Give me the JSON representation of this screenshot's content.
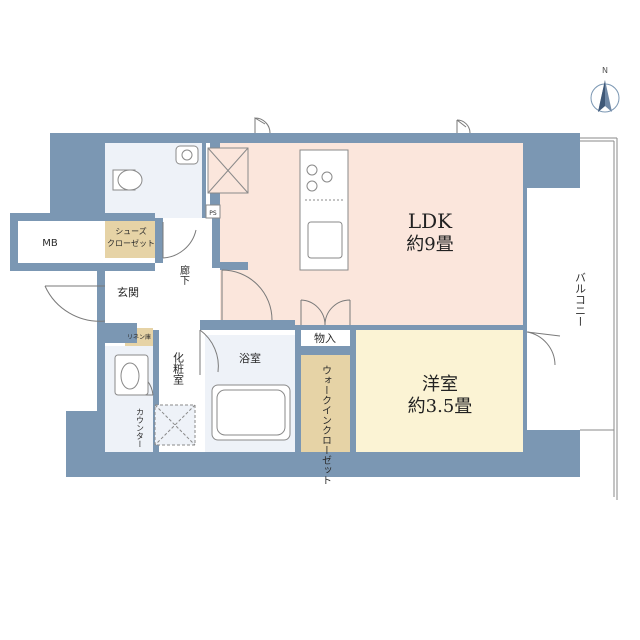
{
  "rooms": {
    "ldk": {
      "name": "LDK",
      "size": "約9畳"
    },
    "western": {
      "name": "洋室",
      "size": "約3.5畳"
    },
    "storage": "物入",
    "walkin": "ウォークインクローゼット",
    "shoes_line1": "シューズ",
    "shoes_line2": "クローゼット",
    "mb": "MB",
    "ps": "PS",
    "entrance": "玄関",
    "hallway": "廊下",
    "linen": "リネン庫",
    "washroom": "化粧室",
    "bath": "浴室",
    "counter": "カウンター",
    "balcony": "バルコニー"
  },
  "compass": {
    "label": "N"
  },
  "colors": {
    "wall": "#7b97b3",
    "ldk_floor": "#fbe6dc",
    "western_floor": "#fbf3d4",
    "closet_floor": "#e6d3a6",
    "wet_floor": "#eef2f8"
  }
}
